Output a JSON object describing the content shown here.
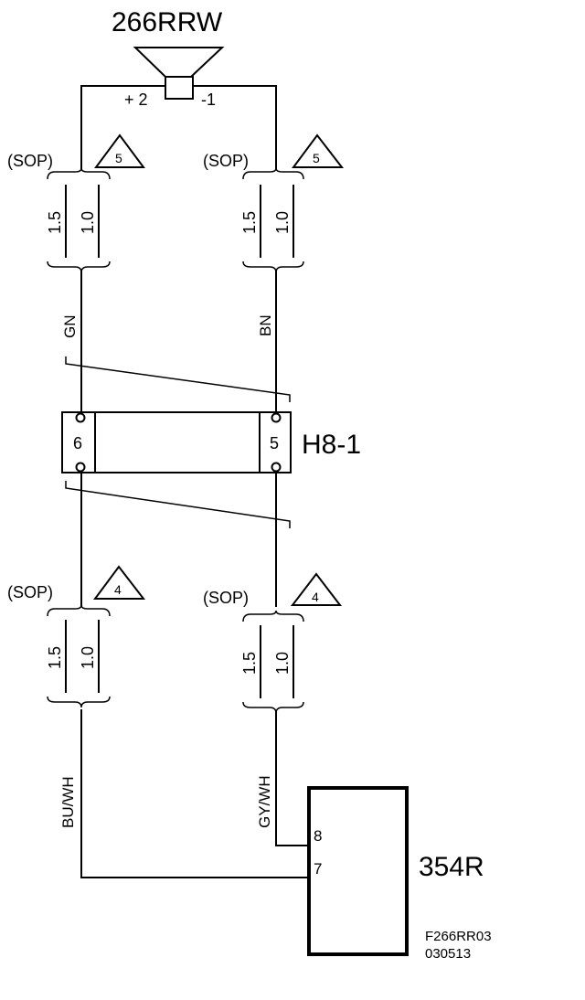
{
  "speaker": {
    "id": "266RRW",
    "pin_plus": "+ 2",
    "pin_minus": "-1"
  },
  "upper_left": {
    "sop": "(SOP)",
    "note": "5",
    "size_a": "1.5",
    "size_b": "1.0",
    "color": "GN"
  },
  "upper_right": {
    "sop": "(SOP)",
    "note": "5",
    "size_a": "1.5",
    "size_b": "1.0",
    "color": "BN"
  },
  "connector": {
    "id": "H8-1",
    "pin_left": "6",
    "pin_right": "5"
  },
  "lower_left": {
    "sop": "(SOP)",
    "note": "4",
    "size_a": "1.5",
    "size_b": "1.0",
    "color": "BU/WH"
  },
  "lower_right": {
    "sop": "(SOP)",
    "note": "4",
    "size_a": "1.5",
    "size_b": "1.0",
    "color": "GY/WH"
  },
  "module": {
    "id": "354R",
    "pin_top": "8",
    "pin_bottom": "7"
  },
  "figure": {
    "code": "F266RR03",
    "date": "030513"
  }
}
